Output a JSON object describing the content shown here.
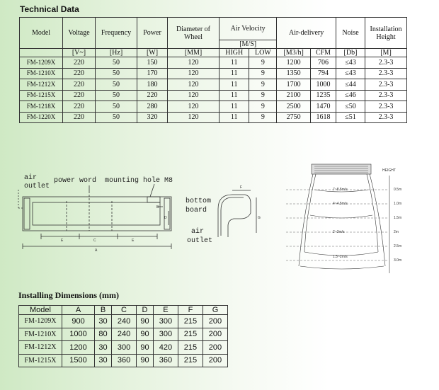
{
  "technical": {
    "title": "Technical Data",
    "headers": {
      "model": "Model",
      "voltage": "Voltage",
      "frequency": "Frequency",
      "power": "Power",
      "diameter": "Diameter of Wheel",
      "air_velocity": "Air Velocity",
      "air_delivery": "Air-delivery",
      "noise": "Noise",
      "installation": "Installation Height"
    },
    "units": {
      "voltage": "[V~]",
      "frequency": "[Hz]",
      "power": "[W]",
      "diameter": "[MM]",
      "air_velocity": "[M/S]",
      "high": "HIGH",
      "low": "LOW",
      "m3h": "[M3/h]",
      "cfm": "CFM",
      "noise": "[Db]",
      "installation": "[M]"
    },
    "rows": [
      {
        "model": "FM-1209X",
        "voltage": "220",
        "frequency": "50",
        "power": "150",
        "diameter": "120",
        "high": "11",
        "low": "9",
        "m3h": "1200",
        "cfm": "706",
        "noise": "≤43",
        "height": "2.3-3"
      },
      {
        "model": "FM-1210X",
        "voltage": "220",
        "frequency": "50",
        "power": "170",
        "diameter": "120",
        "high": "11",
        "low": "9",
        "m3h": "1350",
        "cfm": "794",
        "noise": "≤43",
        "height": "2.3-3"
      },
      {
        "model": "FM-1212X",
        "voltage": "220",
        "frequency": "50",
        "power": "180",
        "diameter": "120",
        "high": "11",
        "low": "9",
        "m3h": "1700",
        "cfm": "1000",
        "noise": "≤44",
        "height": "2.3-3"
      },
      {
        "model": "FM-1215X",
        "voltage": "220",
        "frequency": "50",
        "power": "220",
        "diameter": "120",
        "high": "11",
        "low": "9",
        "m3h": "2100",
        "cfm": "1235",
        "noise": "≤46",
        "height": "2.3-3"
      },
      {
        "model": "FM-1218X",
        "voltage": "220",
        "frequency": "50",
        "power": "280",
        "diameter": "120",
        "high": "11",
        "low": "9",
        "m3h": "2500",
        "cfm": "1470",
        "noise": "≤50",
        "height": "2.3-3"
      },
      {
        "model": "FM-1220X",
        "voltage": "220",
        "frequency": "50",
        "power": "320",
        "diameter": "120",
        "high": "11",
        "low": "9",
        "m3h": "2750",
        "cfm": "1618",
        "noise": "≤51",
        "height": "2.3-3"
      }
    ]
  },
  "diagram1": {
    "air_outlet_1": "air",
    "air_outlet_2": "outlet",
    "power_word": "power word",
    "mounting_hole": "mounting hole M8",
    "dim_a": "A",
    "dim_b": "B",
    "dim_c": "C",
    "dim_d": "D",
    "dim_e": "E"
  },
  "diagram2": {
    "bottom_1": "bottom",
    "bottom_2": "board",
    "air_1": "air",
    "air_2": "outlet",
    "dim_f": "F",
    "dim_g": "G"
  },
  "diagram3": {
    "height_label": "HEIGHT",
    "zones": [
      "7~8.5m/s",
      "4~4.5m/s",
      "2~3m/s",
      "1.5~2m/s"
    ],
    "heights": [
      "0.5m",
      "1.0m",
      "1.5m",
      "2m",
      "2.5m",
      "3.0m"
    ]
  },
  "installing": {
    "title": "Installing Dimensions (mm)",
    "headers": [
      "Model",
      "A",
      "B",
      "C",
      "D",
      "E",
      "F",
      "G"
    ],
    "rows": [
      [
        "FM-1209X",
        "900",
        "30",
        "240",
        "90",
        "300",
        "215",
        "200"
      ],
      [
        "FM-1210X",
        "1000",
        "80",
        "240",
        "90",
        "300",
        "215",
        "200"
      ],
      [
        "FM-1212X",
        "1200",
        "30",
        "300",
        "90",
        "420",
        "215",
        "200"
      ],
      [
        "FM-1215X",
        "1500",
        "30",
        "360",
        "90",
        "360",
        "215",
        "200"
      ]
    ]
  }
}
